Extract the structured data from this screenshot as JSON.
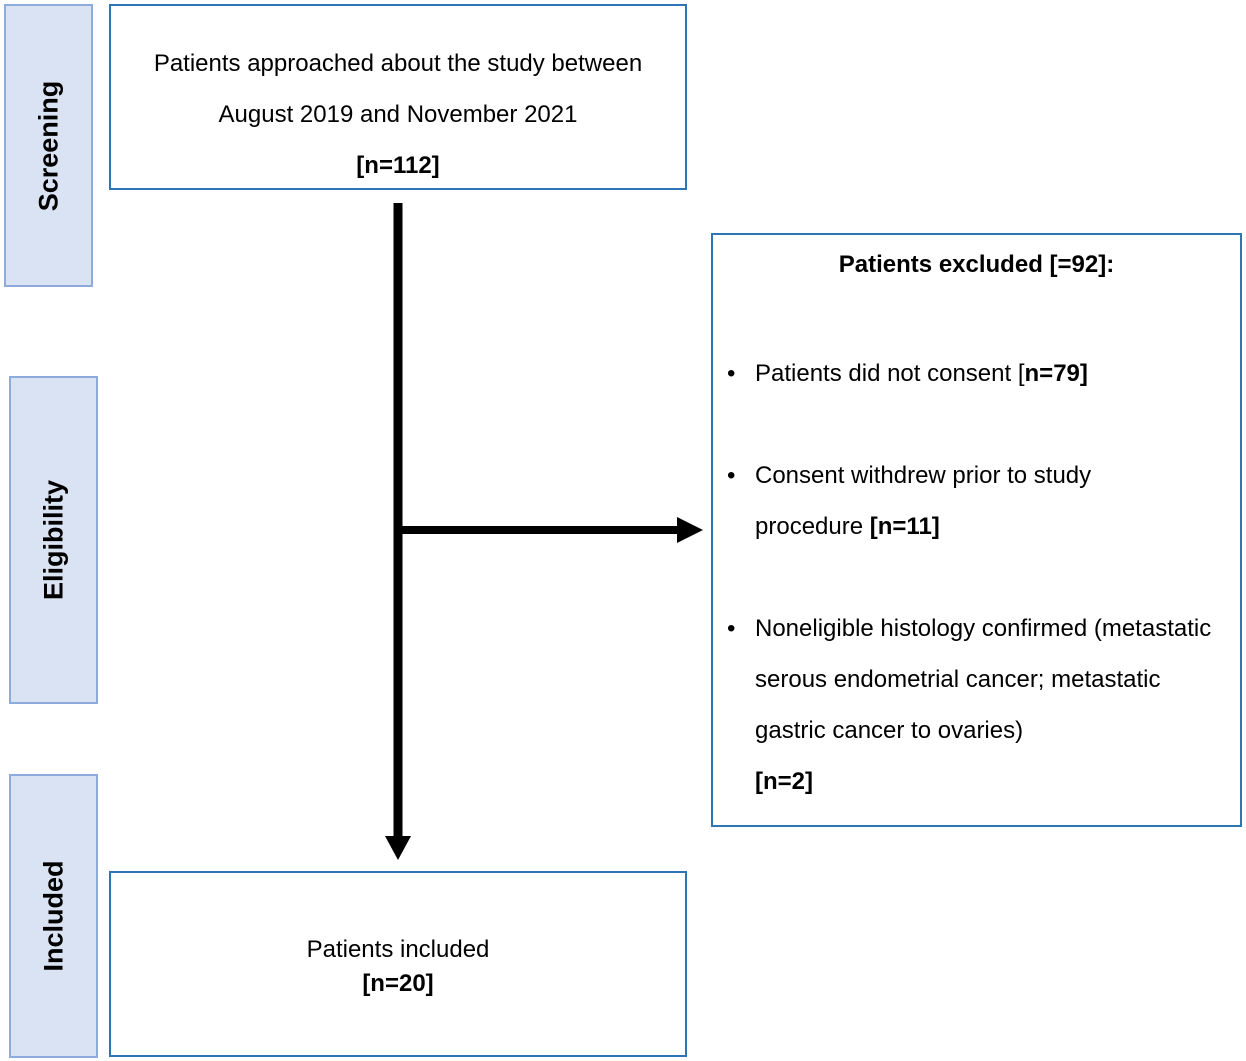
{
  "stages": {
    "screening": "Screening",
    "eligibility": "Eligibility",
    "included": "Included"
  },
  "screening_box": {
    "line1": "Patients approached about the study between",
    "line2": "August 2019 and November 2021",
    "count": "[n=112]"
  },
  "excluded_box": {
    "title": "Patients excluded [=92]:",
    "items": [
      {
        "bullet": "•",
        "text": "Patients did not consent [",
        "count": "n=79]"
      },
      {
        "bullet": "•",
        "text": "Consent withdrew prior to study procedure ",
        "count": "[n=11]"
      },
      {
        "bullet": "•",
        "text": "Noneligible histology confirmed (metastatic serous endometrial cancer; metastatic gastric cancer to ovaries)",
        "count": "[n=2]"
      }
    ]
  },
  "included_box": {
    "label": "Patients included",
    "count": "[n=20]"
  },
  "colors": {
    "stage_fill": "#dae3f3",
    "stage_border": "#8faadc",
    "box_border": "#2e75b6",
    "arrow": "#000000"
  }
}
